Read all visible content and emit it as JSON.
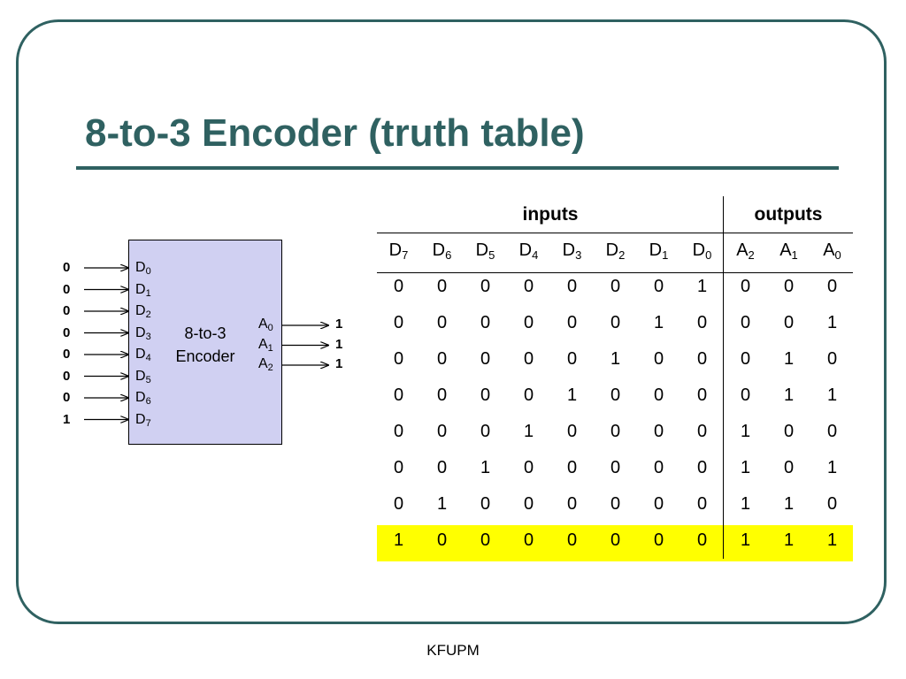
{
  "slide": {
    "title": "8-to-3 Encoder (truth table)",
    "footer": "KFUPM"
  },
  "encoder": {
    "label_line1": "8-to-3",
    "label_line2": "Encoder",
    "input_pins": [
      {
        "name": "D",
        "sub": "0",
        "value": "0"
      },
      {
        "name": "D",
        "sub": "1",
        "value": "0"
      },
      {
        "name": "D",
        "sub": "2",
        "value": "0"
      },
      {
        "name": "D",
        "sub": "3",
        "value": "0"
      },
      {
        "name": "D",
        "sub": "4",
        "value": "0"
      },
      {
        "name": "D",
        "sub": "5",
        "value": "0"
      },
      {
        "name": "D",
        "sub": "6",
        "value": "0"
      },
      {
        "name": "D",
        "sub": "7",
        "value": "1"
      }
    ],
    "output_pins": [
      {
        "name": "A",
        "sub": "0",
        "value": "1"
      },
      {
        "name": "A",
        "sub": "1",
        "value": "1"
      },
      {
        "name": "A",
        "sub": "2",
        "value": "1"
      }
    ]
  },
  "truth_table": {
    "inputs_label": "inputs",
    "outputs_label": "outputs",
    "columns": [
      {
        "name": "D",
        "sub": "7"
      },
      {
        "name": "D",
        "sub": "6"
      },
      {
        "name": "D",
        "sub": "5"
      },
      {
        "name": "D",
        "sub": "4"
      },
      {
        "name": "D",
        "sub": "3"
      },
      {
        "name": "D",
        "sub": "2"
      },
      {
        "name": "D",
        "sub": "1"
      },
      {
        "name": "D",
        "sub": "0"
      },
      {
        "name": "A",
        "sub": "2"
      },
      {
        "name": "A",
        "sub": "1"
      },
      {
        "name": "A",
        "sub": "0"
      }
    ],
    "rows": [
      [
        "0",
        "0",
        "0",
        "0",
        "0",
        "0",
        "0",
        "1",
        "0",
        "0",
        "0"
      ],
      [
        "0",
        "0",
        "0",
        "0",
        "0",
        "0",
        "1",
        "0",
        "0",
        "0",
        "1"
      ],
      [
        "0",
        "0",
        "0",
        "0",
        "0",
        "1",
        "0",
        "0",
        "0",
        "1",
        "0"
      ],
      [
        "0",
        "0",
        "0",
        "0",
        "1",
        "0",
        "0",
        "0",
        "0",
        "1",
        "1"
      ],
      [
        "0",
        "0",
        "0",
        "1",
        "0",
        "0",
        "0",
        "0",
        "1",
        "0",
        "0"
      ],
      [
        "0",
        "0",
        "1",
        "0",
        "0",
        "0",
        "0",
        "0",
        "1",
        "0",
        "1"
      ],
      [
        "0",
        "1",
        "0",
        "0",
        "0",
        "0",
        "0",
        "0",
        "1",
        "1",
        "0"
      ],
      [
        "1",
        "0",
        "0",
        "0",
        "0",
        "0",
        "0",
        "0",
        "1",
        "1",
        "1"
      ]
    ],
    "highlighted_row": 7,
    "highlight_color": "#ffff00"
  }
}
